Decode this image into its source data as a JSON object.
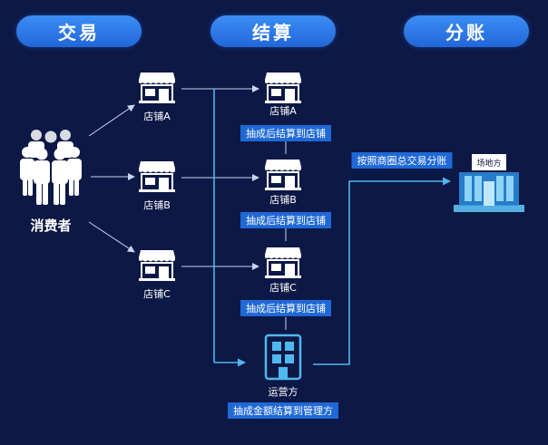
{
  "headers": {
    "trade": "交易",
    "settle": "结算",
    "split": "分账"
  },
  "consumer": {
    "label": "消费者"
  },
  "stores_left": [
    {
      "label": "店铺A"
    },
    {
      "label": "店铺B"
    },
    {
      "label": "店铺C"
    }
  ],
  "stores_right": [
    {
      "label": "店铺A",
      "badge": "抽成后结算到店铺"
    },
    {
      "label": "店铺B",
      "badge": "抽成后结算到店铺"
    },
    {
      "label": "店铺C",
      "badge": "抽成后结算到店铺"
    }
  ],
  "operator": {
    "label": "运营方",
    "badge": "抽成金额结算到管理方"
  },
  "venue": {
    "label": "场地方",
    "badge": "按照商圈总交易分账"
  },
  "colors": {
    "background": "#0c1845",
    "accent": "#2266d8",
    "line": "#4fb8f0",
    "arrow": "#c6d6f2"
  }
}
